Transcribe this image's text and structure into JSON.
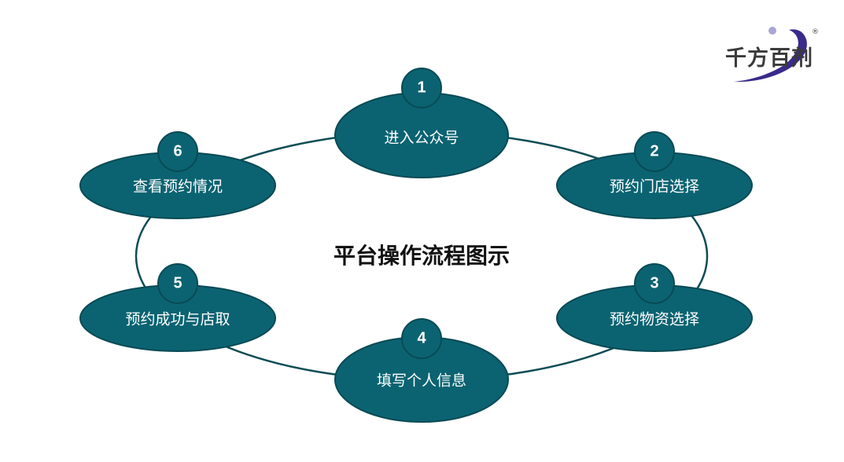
{
  "center_title": "平台操作流程图示",
  "colors": {
    "node_fill": "#0b6371",
    "node_stroke": "#094a55",
    "ring_stroke": "#0e4d55",
    "logo_swoosh": "#3a2a8c",
    "logo_dot": "#a9a6d6"
  },
  "steps": [
    {
      "number": "1",
      "label": "进入公众号"
    },
    {
      "number": "2",
      "label": "预约门店选择"
    },
    {
      "number": "3",
      "label": "预约物资选择"
    },
    {
      "number": "4",
      "label": "填写个人信息"
    },
    {
      "number": "5",
      "label": "预约成功与店取"
    },
    {
      "number": "6",
      "label": "查看预约情况"
    }
  ],
  "logo": {
    "text": "千方百剂",
    "registered_mark": "®"
  }
}
